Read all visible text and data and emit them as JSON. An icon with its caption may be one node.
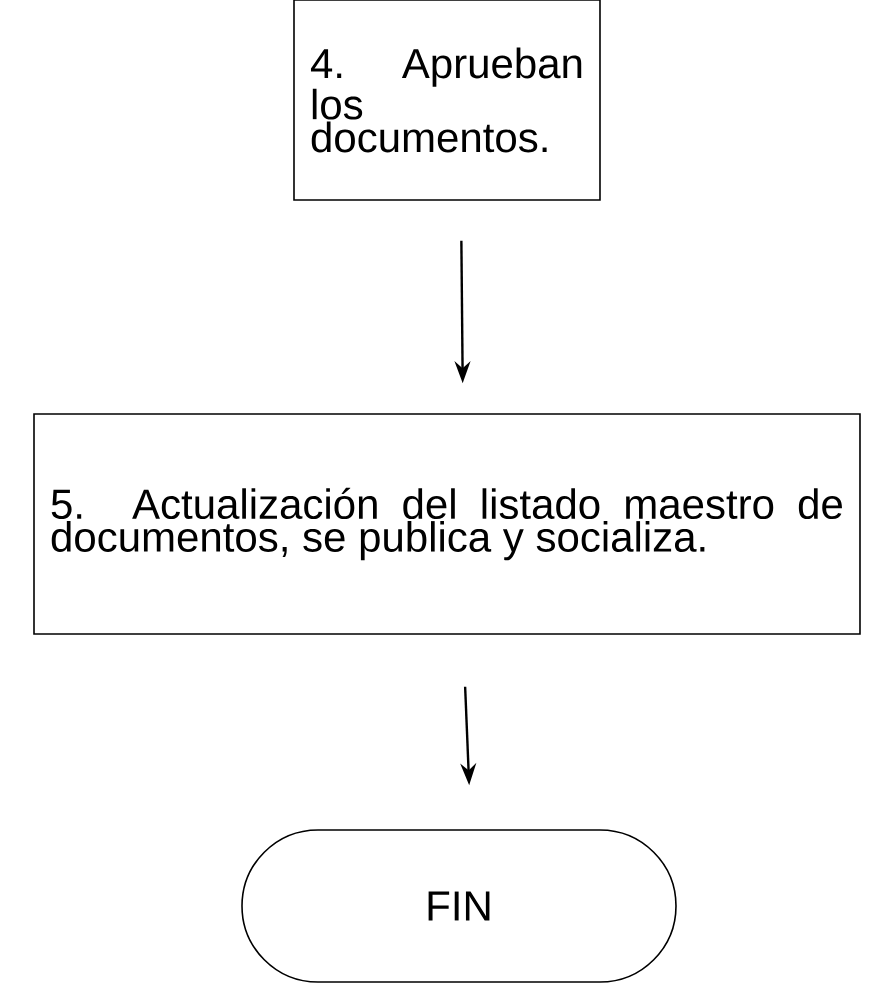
{
  "diagram": {
    "nodes": [
      {
        "text": [
          "4. Aprueban los documentos."
        ]
      },
      {
        "text": [
          "5. Actualización del listado maestro de documentos, se publica y socializa."
        ]
      },
      {
        "text": [
          "FIN"
        ]
      }
    ],
    "edges": [
      {
        "from": 0,
        "to": 1,
        "arrow": "to"
      },
      {
        "from": 1,
        "to": 2,
        "arrow": "to"
      }
    ]
  }
}
